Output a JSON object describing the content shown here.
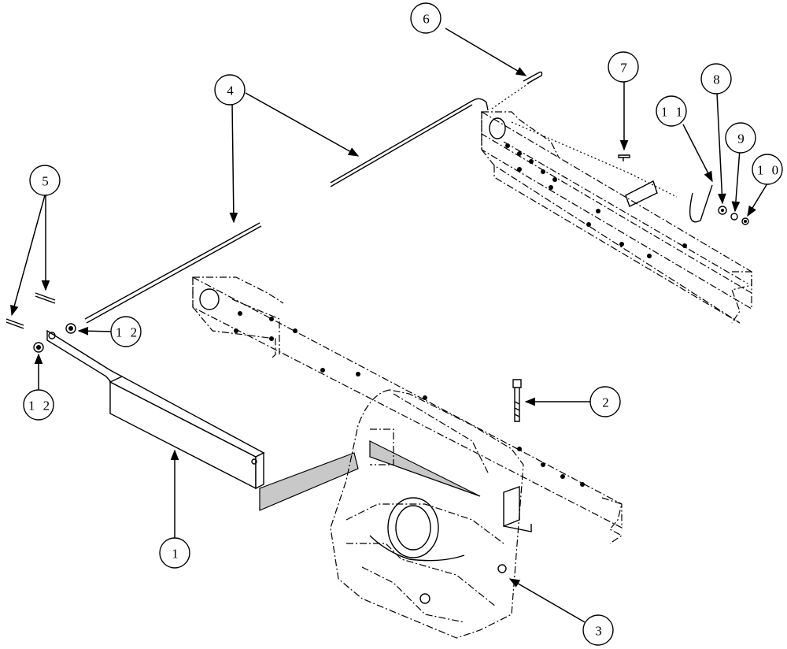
{
  "callouts": {
    "c1": "1",
    "c2": "2",
    "c3": "3",
    "c4": "4",
    "c5": "5",
    "c6": "6",
    "c7": "7",
    "c8": "8",
    "c9": "9",
    "c10": "1 0",
    "c11": "1 1",
    "c12a": "1 2",
    "c12b": "1 2"
  },
  "colors": {
    "line": "#000000",
    "shade": "#c8c8c8",
    "background": "#ffffff"
  }
}
